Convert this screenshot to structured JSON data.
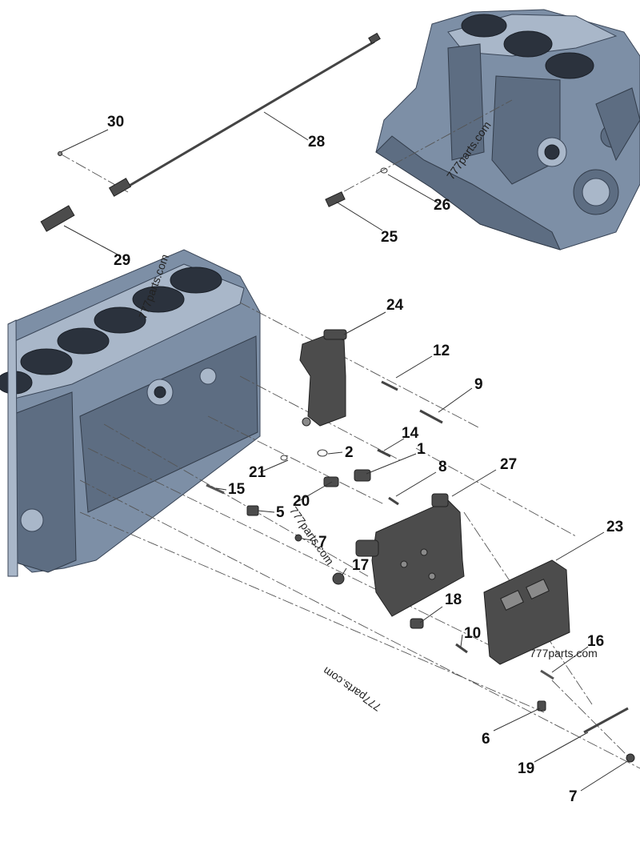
{
  "callouts": {
    "c1": "1",
    "c2": "2",
    "c5": "5",
    "c6": "6",
    "c7a": "7",
    "c7b": "7",
    "c8": "8",
    "c9": "9",
    "c10": "10",
    "c12": "12",
    "c14": "14",
    "c15": "15",
    "c16": "16",
    "c17": "17",
    "c18": "18",
    "c19": "19",
    "c20": "20",
    "c21": "21",
    "c23": "23",
    "c24": "24",
    "c25": "25",
    "c26": "26",
    "c27": "27",
    "c28": "28",
    "c29": "29",
    "c30": "30"
  },
  "watermarks": {
    "w1": "777parts.com",
    "w2": "777parts.com",
    "w3": "777parts.com",
    "w4": "777parts.com",
    "w5": "777parts.com"
  },
  "colors": {
    "block": "#7d8fa6",
    "block_dark": "#5d6d82",
    "part": "#4c4c4c",
    "background": "#ffffff"
  }
}
